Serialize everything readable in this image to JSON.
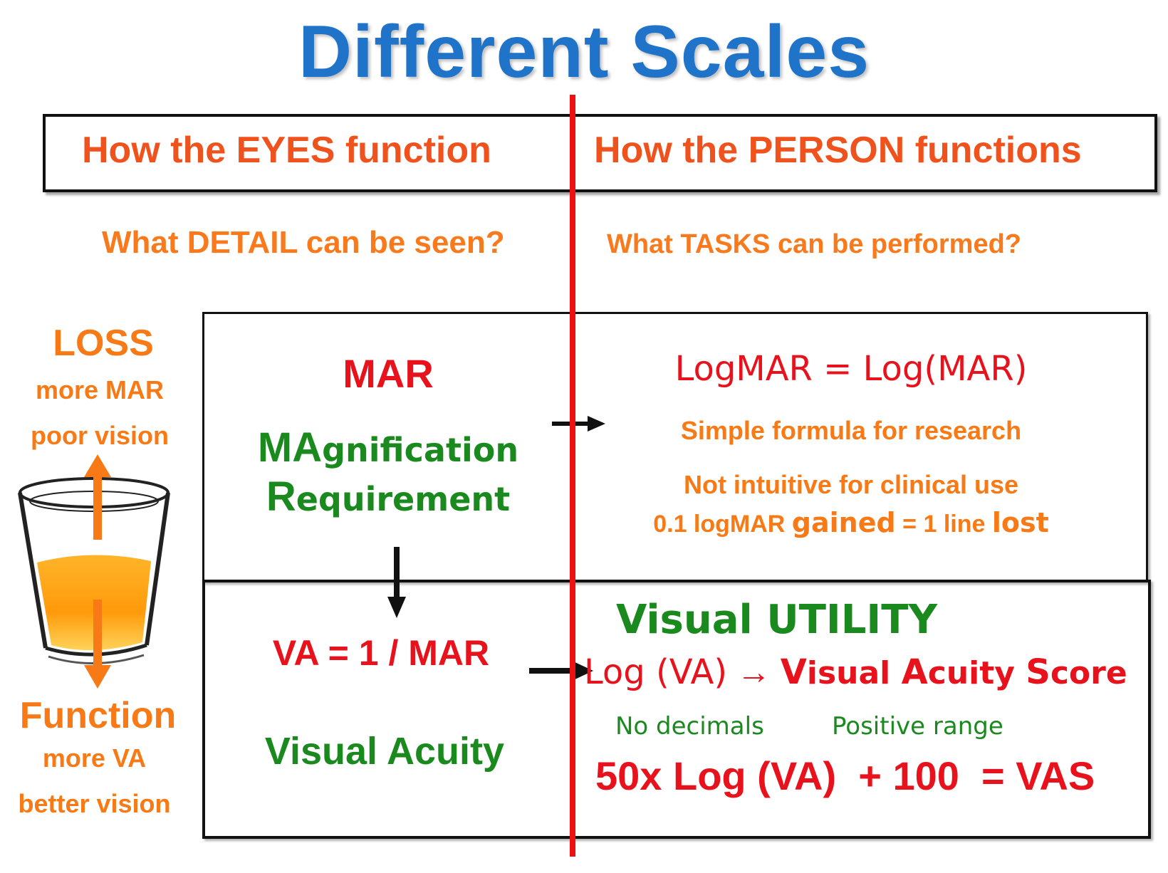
{
  "title": "Different Scales",
  "header": {
    "left": "How the EYES function",
    "right": "How the PERSON functions"
  },
  "questions": {
    "left": "What DETAIL can be seen?",
    "right": "What TASKS can be performed?"
  },
  "side": {
    "loss": "LOSS",
    "more_mar": "more MAR",
    "poor_vision": "poor vision",
    "function": "Function",
    "more_va": "more VA",
    "better_vision": "better vision"
  },
  "mar_box": {
    "mar": "MAR",
    "ma_bold": "MA",
    "ma_rest": "gnification",
    "r_bold": "R",
    "r_rest": "equirement",
    "logmar": "LogMAR = Log(MAR)",
    "simple": "Simple formula for research",
    "not_intuitive": "Not intuitive for clinical use",
    "logmar_a": "0.1 logMAR",
    "gained": "gained",
    "logmar_b": "= 1 line",
    "lost": "lost"
  },
  "va_box": {
    "va_formula": "VA = 1 / MAR",
    "visual_acuity": "Visual Acuity",
    "utility": "Visual UTILITY",
    "log_va": "Log (VA)",
    "arrow_glyph": "→",
    "v_bold": "V",
    "v_rest": "isual ",
    "a_bold": "A",
    "a_rest": "cuity ",
    "s_bold": "S",
    "s_rest": "core",
    "no_decimals": "No decimals",
    "positive_range": "Positive range",
    "vas_formula": "50x Log (VA)  + 100  = VAS"
  }
}
